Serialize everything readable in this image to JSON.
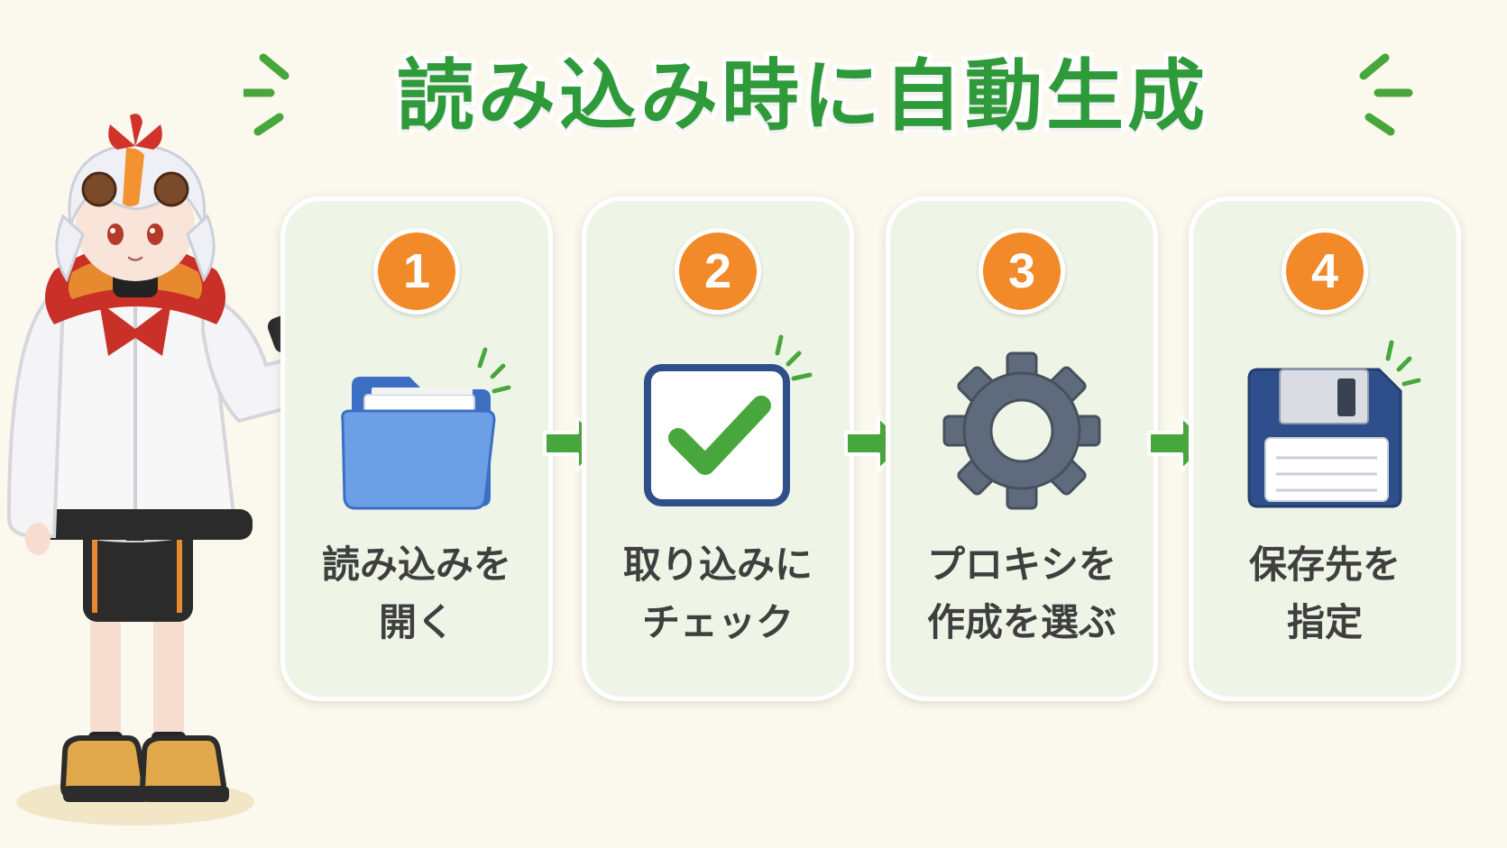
{
  "title": "読み込み時に自動生成",
  "colors": {
    "title_green": "#2f9a3a",
    "badge_orange": "#f28a2a",
    "card_bg": "#eef5e6",
    "arrow_green": "#48a73c",
    "page_bg": "#fbf8ee"
  },
  "steps": [
    {
      "number": "1",
      "icon": "folder-icon",
      "label_line1": "読み込みを",
      "label_line2": "開く"
    },
    {
      "number": "2",
      "icon": "checkbox-icon",
      "label_line1": "取り込みに",
      "label_line2": "チェック"
    },
    {
      "number": "3",
      "icon": "gear-icon",
      "label_line1": "プロキシを",
      "label_line2": "作成を選ぶ"
    },
    {
      "number": "4",
      "icon": "floppy-disk-icon",
      "label_line1": "保存先を",
      "label_line2": "指定"
    }
  ]
}
